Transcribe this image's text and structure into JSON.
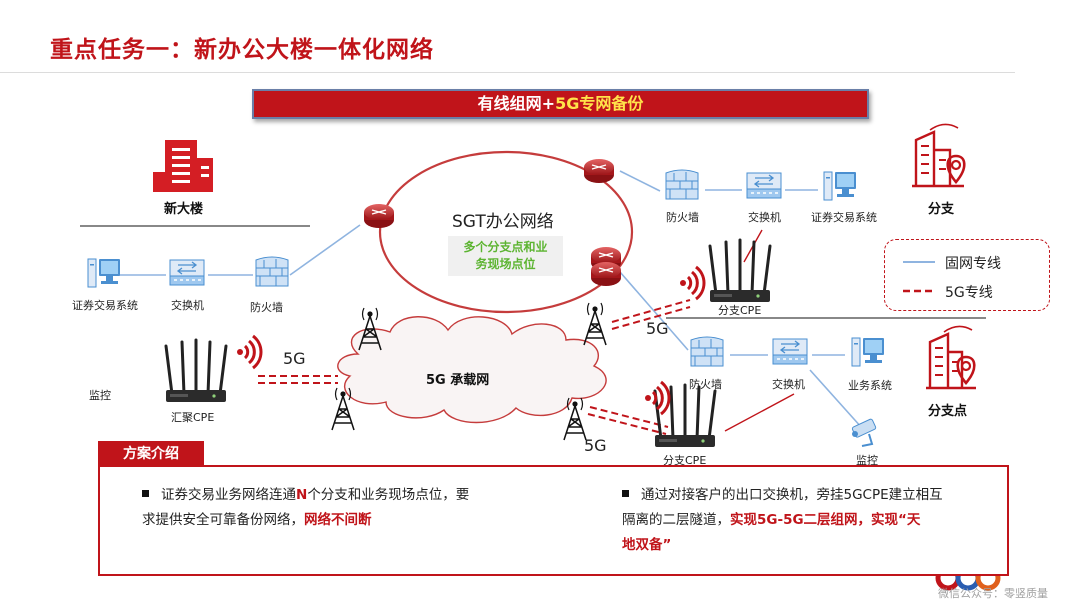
{
  "title": "重点任务一：新办公大楼一体化网络",
  "banner": {
    "part1": "有线组网+",
    "part2": "5G专网备份"
  },
  "labels": {
    "new_building": "新大楼",
    "branch": "分支",
    "branch_point": "分支点",
    "sgt_network": "SGT办公网络",
    "sgt_box_line1": "多个分支点和业",
    "sgt_box_line2": "务现场点位",
    "bearer_5g": "5G 承载网",
    "left_trading": "证券交易系统",
    "left_switch": "交换机",
    "left_firewall": "防火墙",
    "left_monitor": "监控",
    "hub_cpe": "汇聚CPE",
    "left_5g": "5G",
    "top_firewall": "防火墙",
    "top_switch": "交换机",
    "top_trading": "证券交易系统",
    "branch_cpe_top": "分支CPE",
    "mid_5g": "5G",
    "bot_firewall": "防火墙",
    "bot_switch": "交换机",
    "bot_business": "业务系统",
    "branch_cpe_bottom": "分支CPE",
    "bot_monitor": "监控",
    "bot_5g": "5G"
  },
  "legend": {
    "fixed": "固网专线",
    "g5": "5G专线"
  },
  "intro": {
    "tab": "方案介绍",
    "left_a": "证券交易业务网络连通",
    "left_n": "N",
    "left_b": "个分支和业务现场点位，要",
    "left_c": "求提供安全可靠备份网络，",
    "left_red": "网络不间断",
    "right_a": "通过对接客户的出口交换机，旁挂5GCPE建立相互",
    "right_b": "隔离的二层隧道，",
    "right_red1": "实现5G-5G二层组网，实现“天",
    "right_red2": "地双备”"
  },
  "watermark": "微信公众号：零竖质量",
  "colors": {
    "accent": "#c0141a",
    "fixed_line": "#8fb4e0",
    "highlight": "#ffe34a",
    "green": "#5cb431"
  }
}
